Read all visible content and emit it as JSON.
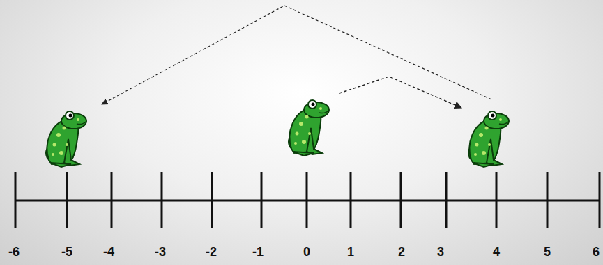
{
  "diagram": {
    "labels": [
      "-6",
      "-5",
      "-4",
      "-3",
      "-2",
      "-1",
      "0",
      "1",
      "2",
      "3",
      "4",
      "5",
      "6"
    ]
  }
}
